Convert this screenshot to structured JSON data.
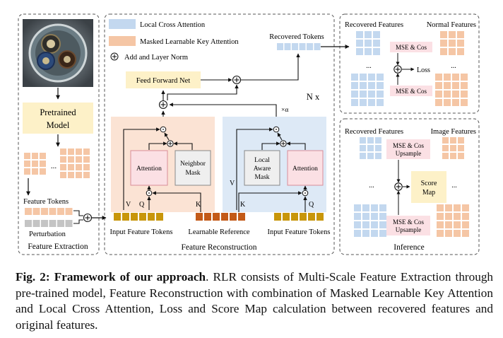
{
  "panels": {
    "extraction": "Feature Extraction",
    "reconstruction": "Feature Reconstruction",
    "inference": "Inference"
  },
  "legend": {
    "local_cross_attention": "Local Cross Attention",
    "masked_key_attention": "Masked Learnable Key Attention",
    "add_norm": "Add and Layer Norm"
  },
  "extraction": {
    "pretrained_line1": "Pretrained",
    "pretrained_line2": "Model",
    "ellipsis": "...",
    "feature_tokens": "Feature Tokens",
    "perturbation": "Perturbation"
  },
  "reconstruction": {
    "recovered_tokens": "Recovered Tokens",
    "ffn": "Feed Forward Net",
    "repeat": "N x",
    "alpha": "×α",
    "attention": "Attention",
    "neighbor_line1": "Neighbor",
    "neighbor_line2": "Mask",
    "local_line1": "Local",
    "local_line2": "Aware",
    "local_line3": "Mask",
    "v": "V",
    "q": "Q",
    "k": "K",
    "input_tokens": "Input Feature Tokens",
    "learnable_reference": "Learnable Reference"
  },
  "loss_panel": {
    "recovered": "Recovered Features",
    "normal": "Normal Features",
    "mse_cos": "MSE & Cos",
    "loss": "Loss",
    "ellipsis": "..."
  },
  "inference_panel": {
    "recovered": "Recovered Features",
    "image": "Image Features",
    "mse_cos": "MSE & Cos",
    "upsample": "Upsample",
    "score_line1": "Score",
    "score_line2": "Map",
    "ellipsis": "..."
  },
  "caption": {
    "label": "Fig. 2:",
    "title": "Framework of our approach",
    "body": ". RLR consists of Multi-Scale Feature Extraction through pre-trained model, Feature Reconstruction with combination of Masked Learnable Key Attention and Local Cross Attention, Loss and Score Map calculation between recovered features and original features."
  },
  "colors": {
    "orange_token": "#f5c6a5",
    "blue_token": "#c3d8ef",
    "yellow_box": "#fdf1c8",
    "peach_region": "#fbe3d4",
    "blue_region": "#dde9f6",
    "pink_box": "#fbe0e4",
    "gold_token": "#c8960a",
    "rust_token": "#c35a18",
    "gray_token": "#c4c4c4"
  }
}
